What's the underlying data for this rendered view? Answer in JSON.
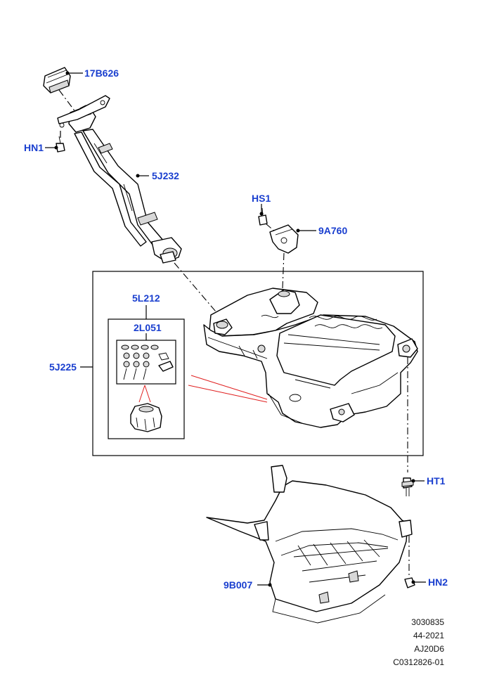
{
  "callouts": {
    "c17B626": "17B626",
    "cHN1": "HN1",
    "c5J232": "5J232",
    "cHS1": "HS1",
    "c9A760": "9A760",
    "c5L212": "5L212",
    "c2L051": "2L051",
    "c5J225": "5J225",
    "cHT1": "HT1",
    "c9B007": "9B007",
    "cHN2": "HN2"
  },
  "footer": {
    "line1": "3030835",
    "line2": "44-2021",
    "line3": "AJ20D6",
    "line4": "C0312826-01"
  },
  "colors": {
    "callout_text": "#1a3fcf",
    "leader_line": "#000000",
    "highlight_line": "#e02020"
  }
}
